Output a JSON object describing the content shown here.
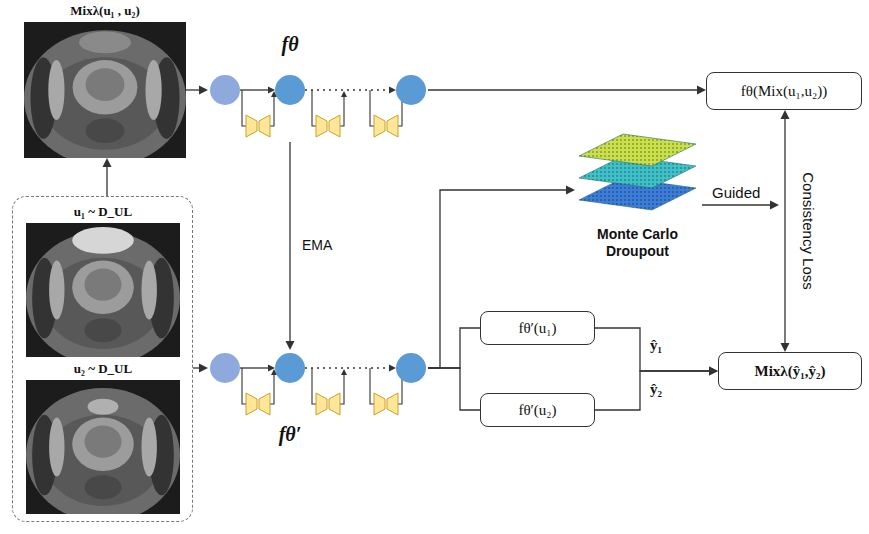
{
  "diagram": {
    "nodes": [
      {
        "text": [
          "Mixλ(u₁ , u₂)"
        ]
      },
      {
        "text": []
      },
      {
        "text": [
          "u₁ ~ D_UL"
        ],
        "in": 1
      },
      {
        "text": [
          "u₂ ~ D_UL"
        ],
        "in": 1
      },
      {
        "text": [
          "fθ"
        ]
      },
      {
        "text": [
          "fθ(Mix(u₁,u₂))"
        ]
      },
      {
        "text": [
          "fθ′"
        ]
      },
      {
        "text": [
          "Monte Carlo Droupout"
        ]
      },
      {
        "text": [
          "fθ′(u₁)"
        ]
      },
      {
        "text": [
          "fθ′(u₂)"
        ]
      },
      {
        "text": [
          "Mixλ(ŷ₁,ŷ₂)"
        ]
      }
    ],
    "edges": [
      {
        "from": 1,
        "to": 0,
        "arrow": "to"
      },
      {
        "from": 0,
        "to": 4,
        "arrow": "to"
      },
      {
        "from": 4,
        "to": 5,
        "arrow": "to"
      },
      {
        "from": 4,
        "to": 6,
        "label": "EMA",
        "arrow": "to"
      },
      {
        "from": 1,
        "to": 6,
        "arrow": "to"
      },
      {
        "from": 6,
        "to": 7,
        "arrow": "to"
      },
      {
        "from": 6,
        "to": 8,
        "arrow": "none"
      },
      {
        "from": 6,
        "to": 9,
        "arrow": "none"
      },
      {
        "from": 8,
        "to": 10,
        "label": "ŷ₁",
        "arrow": "to"
      },
      {
        "from": 9,
        "to": 10,
        "label": "ŷ₂",
        "arrow": "to"
      },
      {
        "from": 5,
        "to": 10,
        "label": "Consistency Loss",
        "arrow": "both"
      }
    ],
    "labels": [
      "Guided"
    ]
  }
}
